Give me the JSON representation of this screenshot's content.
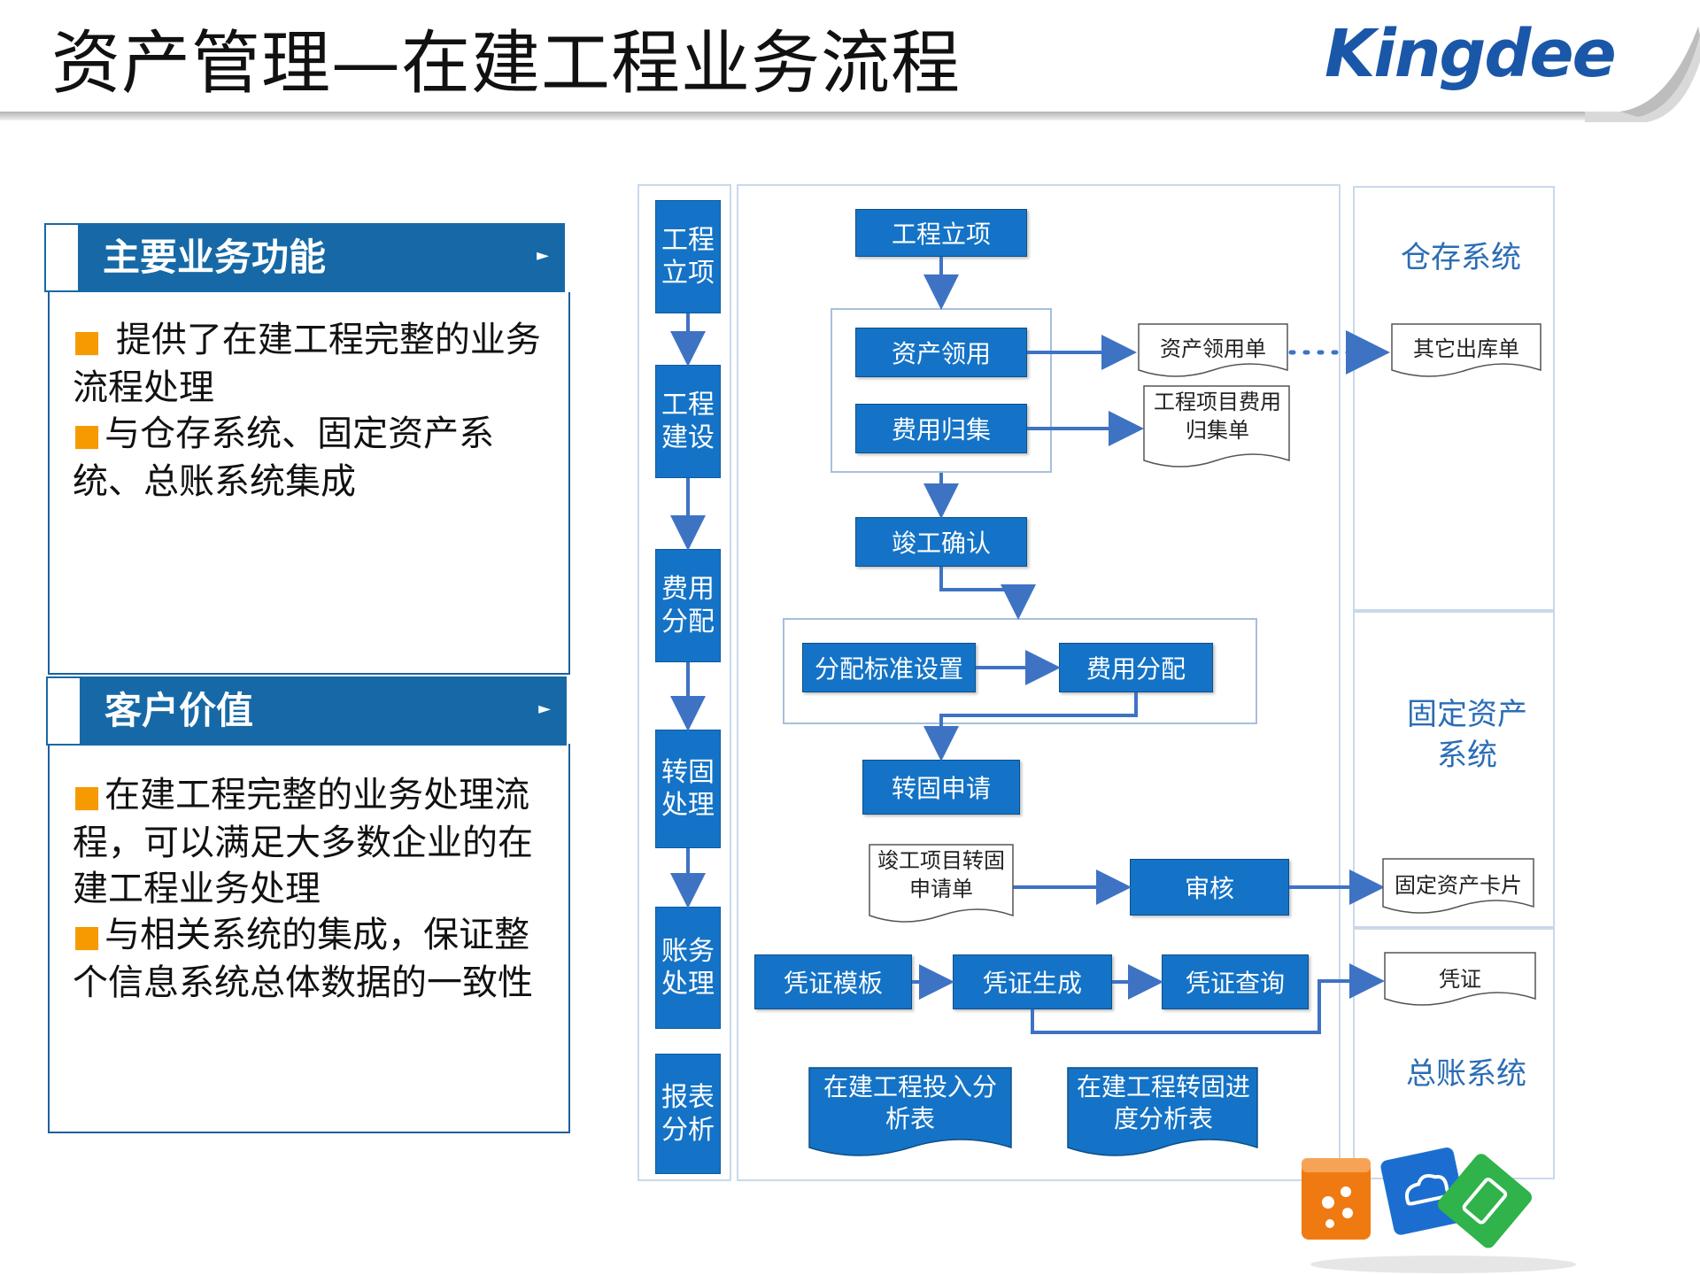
{
  "header": {
    "title": "资产管理—在建工程业务流程",
    "logo_text": "Kingdee"
  },
  "panels": {
    "functions": {
      "heading": "主要业务功能",
      "items": [
        "提供了在建工程完整的业务流程处理",
        "与仓存系统、固定资产系统、总账系统集成"
      ]
    },
    "value": {
      "heading": "客户价值",
      "items": [
        "在建工程完整的业务处理流程，可以满足大多数企业的在建工程业务处理",
        "与相关系统的集成，保证整个信息系统总体数据的一致性"
      ]
    }
  },
  "stages": [
    "工程立项",
    "工程建设",
    "费用分配",
    "转固处理",
    "账务处理",
    "报表分析"
  ],
  "processes": {
    "project_setup": "工程立项",
    "asset_requisition": "资产领用",
    "cost_collection": "费用归集",
    "completion_confirm": "竣工确认",
    "allocation_standard": "分配标准设置",
    "cost_allocation": "费用分配",
    "transfer_apply": "转固申请",
    "audit": "审核",
    "voucher_template": "凭证模板",
    "voucher_generate": "凭证生成",
    "voucher_query": "凭证查询"
  },
  "documents": {
    "asset_requisition_doc": "资产领用单",
    "cost_collection_doc": "工程项目费用归集单",
    "other_outbound": "其它出库单",
    "transfer_apply_doc": "竣工项目转固申请单",
    "fixed_asset_card": "固定资产卡片",
    "voucher_doc": "凭证",
    "report_input": "在建工程投入分析表",
    "report_progress": "在建工程转固进度分析表"
  },
  "systems": [
    "仓存系统",
    "固定资产系统",
    "总账系统"
  ],
  "colors": {
    "process_fill": "#1473c6",
    "arrow": "#3e73c4",
    "accent_orange": "#f59a00",
    "panel_head": "#1669a6"
  }
}
